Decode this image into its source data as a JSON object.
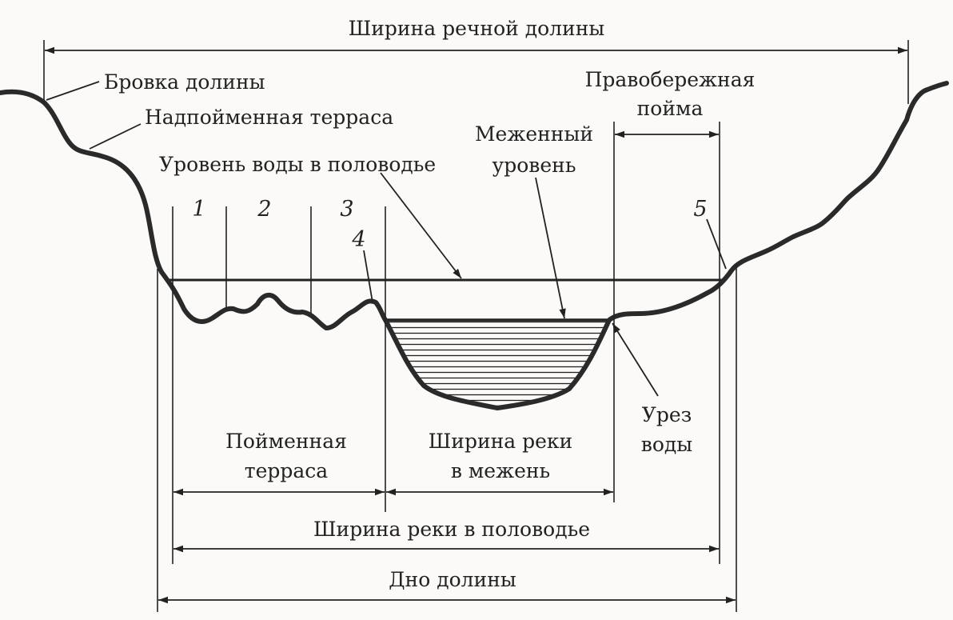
{
  "labels": {
    "valley_width": "Ширина речной долины",
    "valley_brow": "Бровка долины",
    "terrace_above": "Надпойменная терраса",
    "flood_level": "Уровень воды в половодье",
    "low_water_line1": "Меженный",
    "low_water_line2": "уровень",
    "right_floodplain_line1": "Правобережная",
    "right_floodplain_line2": "пойма",
    "n1": "1",
    "n2": "2",
    "n3": "3",
    "n4": "4",
    "n5": "5",
    "water_edge_line1": "Урез",
    "water_edge_line2": "воды",
    "floodplain_terrace_line1": "Пойменная",
    "floodplain_terrace_line2": "терраса",
    "river_width_low_line1": "Ширина реки",
    "river_width_low_line2": "в межень",
    "river_width_flood": "Ширина реки в половодье",
    "valley_bottom": "Дно долины"
  }
}
